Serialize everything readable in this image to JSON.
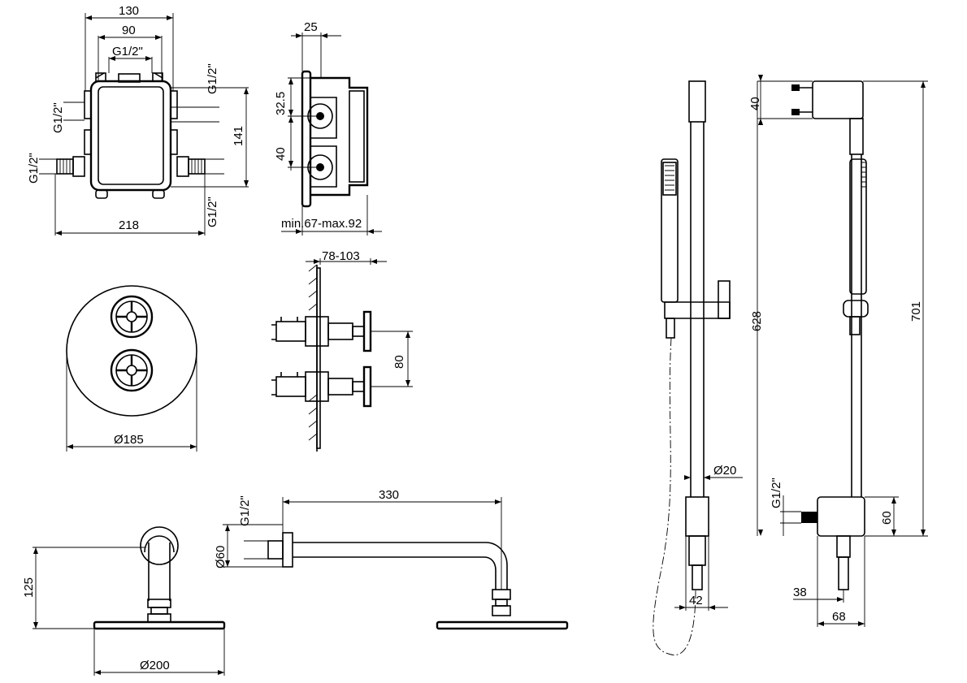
{
  "dimensions": {
    "box_width_130": "130",
    "box_inner_90": "90",
    "thread_top": "G1/2\"",
    "thread_right_upper": "G1/2\"",
    "thread_left_upper": "G1/2\"",
    "thread_left_lower": "G1/2\"",
    "thread_right_lower": "G1/2\"",
    "height_141": "141",
    "width_218": "218",
    "depth_25": "25",
    "offset_32_5": "32.5",
    "offset_40": "40",
    "depth_range": "min.67-max.92",
    "projection_range": "78-103",
    "handle_spacing_80": "80",
    "plate_diameter": "Ø185",
    "arm_length_330": "330",
    "arm_thread": "G1/2\"",
    "flange_diameter_60": "Ø60",
    "head_drop_125": "125",
    "head_diameter_200": "Ø200",
    "rail_diameter_20": "Ø20",
    "slider_width_42": "42",
    "bracket_40": "40",
    "rail_628": "628",
    "rail_701": "701",
    "outlet_thread": "G1/2\"",
    "outlet_60": "60",
    "outlet_38": "38",
    "outlet_68": "68"
  }
}
